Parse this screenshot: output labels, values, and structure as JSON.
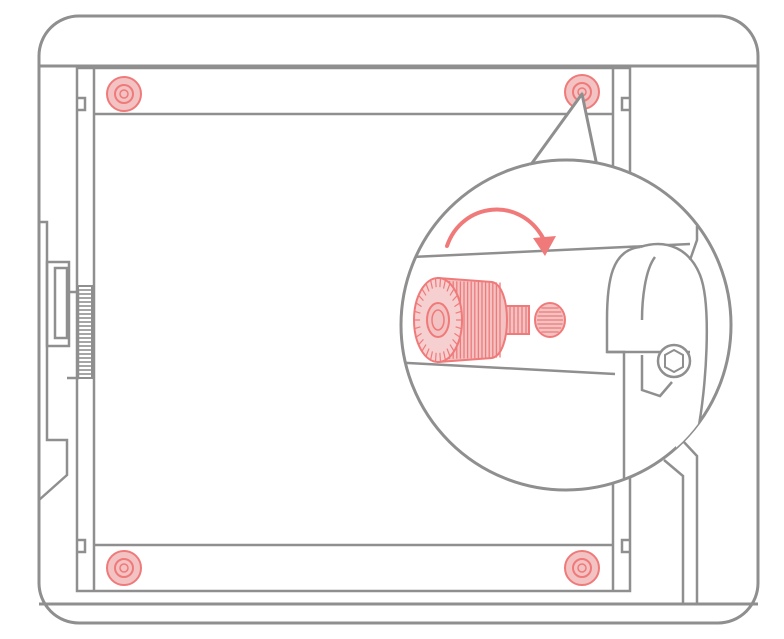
{
  "diagram": {
    "colors": {
      "line": "#8f8f8f",
      "line_dark": "#7a7a7a",
      "accent": "#f07a7a",
      "accent_fill": "#f3c2c2",
      "background": "#ffffff"
    },
    "knobs": [
      {
        "name": "knob-top-left"
      },
      {
        "name": "knob-top-right",
        "highlighted": true
      },
      {
        "name": "knob-bottom-left"
      },
      {
        "name": "knob-bottom-right"
      }
    ],
    "callout": {
      "rotation_direction": "clockwise",
      "icons": [
        "thumb-screw-icon",
        "threaded-hole-icon",
        "rotate-clockwise-arrow-icon",
        "hex-bolt-icon"
      ]
    }
  }
}
